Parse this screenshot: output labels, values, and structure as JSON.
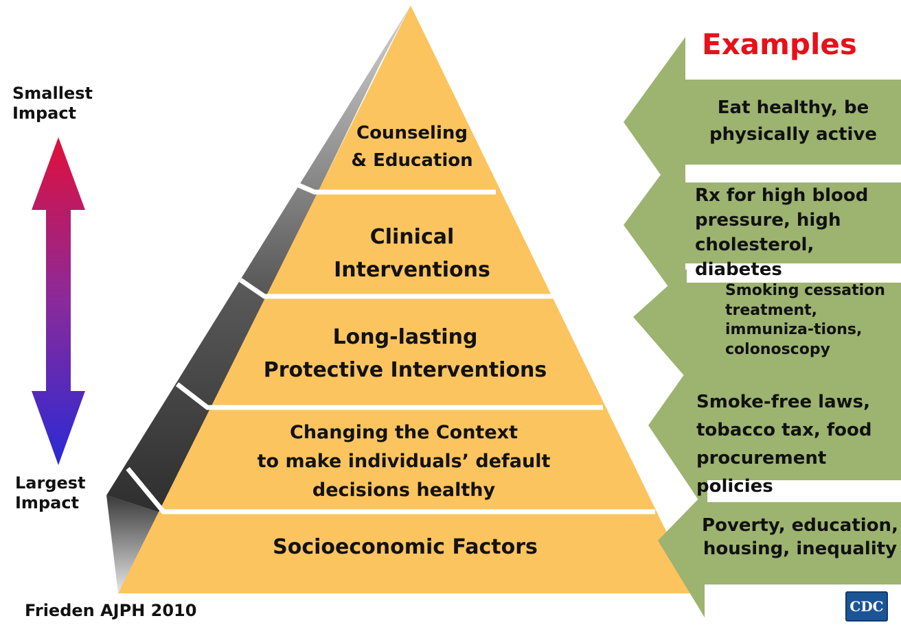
{
  "impact_axis": {
    "top_label_line1": "Smallest",
    "top_label_line2": "Impact",
    "bottom_label_line1": "Largest",
    "bottom_label_line2": "Impact",
    "top_color": "#e0103c",
    "bottom_color": "#2a2ad6"
  },
  "pyramid": {
    "fill_color": "#fcc45e",
    "tiers": [
      {
        "line1": "Counseling",
        "line2": "& Education"
      },
      {
        "line1": "Clinical",
        "line2": "Interventions"
      },
      {
        "line1": "Long-lasting",
        "line2": "Protective Interventions"
      },
      {
        "line1": "Changing the Context",
        "line2": "to make individuals’ default",
        "line3": "decisions healthy"
      },
      {
        "line1": "Socioeconomic Factors"
      }
    ]
  },
  "examples": {
    "heading": "Examples",
    "heading_color": "#e8101a",
    "arrow_color": "#9db370",
    "items": [
      {
        "line1": "Eat healthy, be",
        "line2": "physically active"
      },
      {
        "line1": "Rx for high blood",
        "line2": "pressure, high",
        "line3": "cholesterol, diabetes"
      },
      {
        "line1": "Smoking cessation",
        "line2": "treatment,",
        "line3": "immuniza-tions,",
        "line4": "colonoscopy"
      },
      {
        "line1": "Smoke-free laws,",
        "line2": "tobacco tax, food",
        "line3": "procurement policies"
      },
      {
        "line1": "Poverty, education,",
        "line2": "housing, inequality"
      }
    ]
  },
  "citation": "Frieden  AJPH 2010",
  "logo_text": "CDC"
}
